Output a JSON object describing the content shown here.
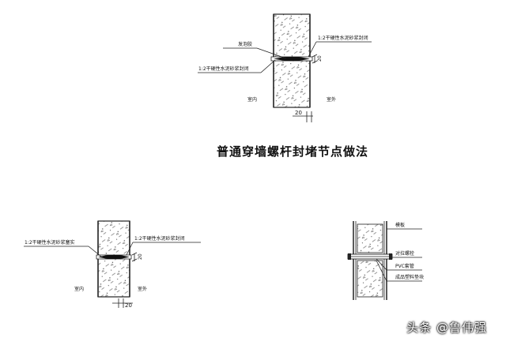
{
  "title": "普通穿墙螺杆封堵节点做法",
  "watermark": "头条 @鲁伟强",
  "detail_top": {
    "label_foam": "发泡胶",
    "label_seal_right": "1:2干硬性水泥砂浆封闭",
    "label_seal_left": "1:2干硬性水泥砂浆封闭",
    "label_indoor": "室内",
    "label_outdoor": "室外",
    "dim_bottom": "20",
    "dim_side": "20"
  },
  "detail_left": {
    "label_seal_left": "1:2干硬性水泥砂浆塞实",
    "label_seal_right": "1:2干硬性水泥砂浆封闭",
    "label_indoor": "室内",
    "label_outdoor": "室外",
    "dim_bottom": "20",
    "dim_side": "20"
  },
  "detail_right": {
    "label_formwork": "模板",
    "label_nut": "对拉螺栓",
    "label_pvc": "PVC套管",
    "label_block": "成品塑料垫块"
  }
}
